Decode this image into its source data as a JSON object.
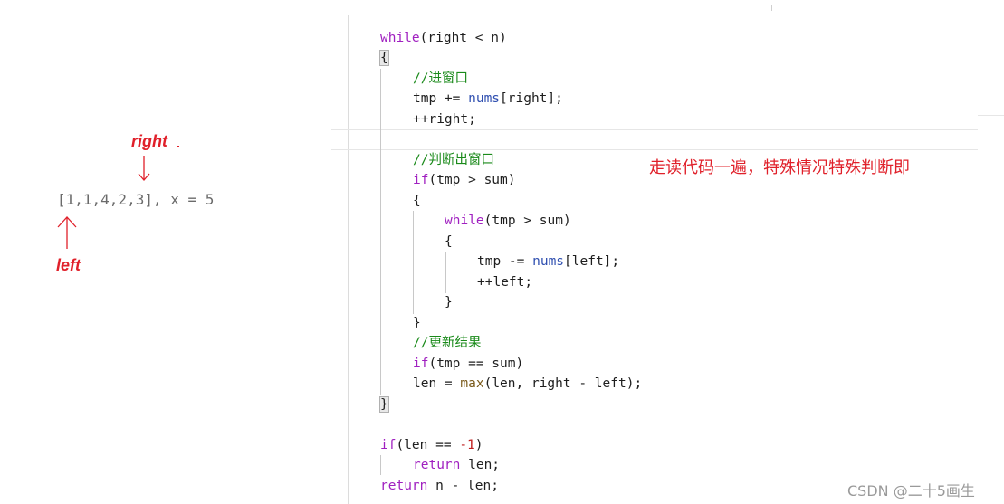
{
  "annotation": {
    "right_label": "right",
    "left_label": "left",
    "array_text": "[1,1,4,2,3], x = 5"
  },
  "code": {
    "l1_kw": "while",
    "l1_rest": "(right < n)",
    "l2": "{",
    "l3": "//进窗口",
    "l4_a": "tmp += ",
    "l4_fn": "nums",
    "l4_b": "[right];",
    "l5": "++right;",
    "l6": "//判断出窗口",
    "l7_kw": "if",
    "l7_rest": "(tmp > sum)",
    "l8": "{",
    "l9_kw": "while",
    "l9_rest": "(tmp > sum)",
    "l10": "{",
    "l11_a": "tmp -= ",
    "l11_fn": "nums",
    "l11_b": "[left];",
    "l12": "++left;",
    "l13": "}",
    "l14": "}",
    "l15": "//更新结果",
    "l16_kw": "if",
    "l16_rest": "(tmp == sum)",
    "l17_a": "len = ",
    "l17_fn": "max",
    "l17_b": "(len, right - left);",
    "l18": "}",
    "l19_kw": "if",
    "l19_a": "(len == ",
    "l19_num": "-1",
    "l19_b": ")",
    "l20_kw": "return",
    "l20_rest": " len;",
    "l21_kw": "return",
    "l21_rest": " n - len;"
  },
  "note_text": "走读代码一遍，特殊情况特殊判断即",
  "watermark": "CSDN @二十5画生",
  "colors": {
    "annotation_red": "#e0202a",
    "keyword": "#a020c0",
    "comment": "#1a8a1a",
    "identifier": "#2f4fb0"
  }
}
